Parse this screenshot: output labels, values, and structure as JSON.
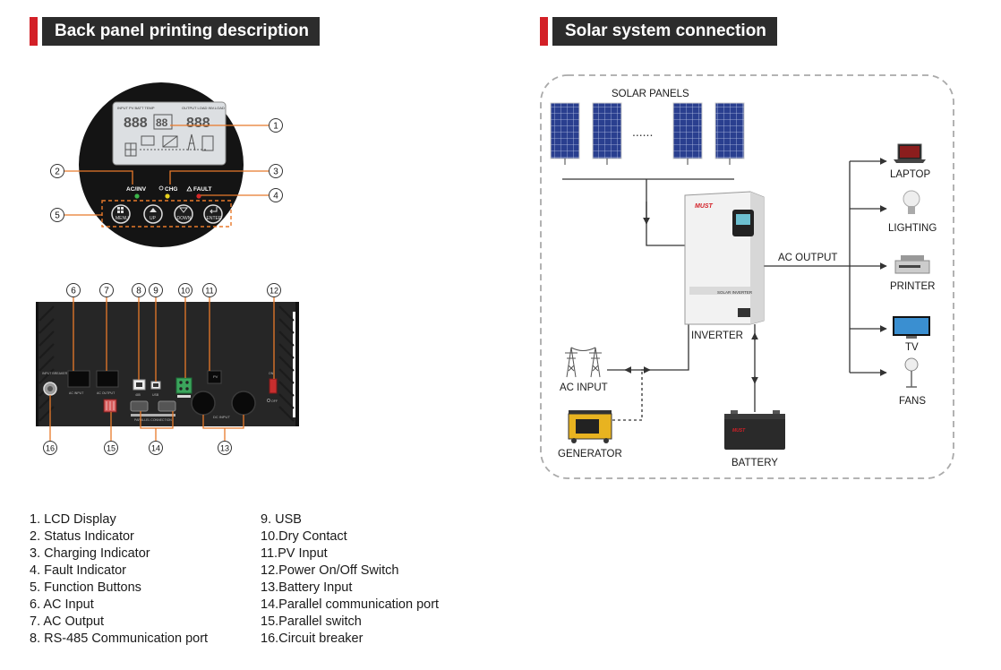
{
  "headers": {
    "left": "Back panel printing description",
    "right": "Solar system connection"
  },
  "callouts": [
    "1",
    "2",
    "3",
    "4",
    "5",
    "6",
    "7",
    "8",
    "9",
    "10",
    "11",
    "12",
    "13",
    "14",
    "15",
    "16"
  ],
  "front_panel": {
    "lcd_header_left": "INPUT PV BATT TEMP",
    "lcd_header_right": "OUTPUT LOAD INV.LOAD",
    "lcd_digits_left": "888",
    "lcd_digits_mid": "88",
    "lcd_digits_right": "888",
    "led_ac_inv": "AC/INV",
    "led_chg": "CHG",
    "led_fault": "FAULT",
    "btn_menu": "MENU",
    "btn_up": "UP",
    "btn_down": "DOWN",
    "btn_enter": "ENTER"
  },
  "back_panel": {
    "breaker_label": "INPUT BREAKER",
    "ac_input_label": "AC INPUT",
    "ac_output_label": "AC OUTPUT",
    "rs485_label": "485",
    "usb_label": "USB",
    "pv_label": "PV",
    "dc_input_label": "DC INPUT",
    "parallel_label": "PARALLEL CONNECTION",
    "on_label": "ON",
    "off_label": "OFF"
  },
  "legend_left": [
    "1.  LCD Display",
    "2.  Status Indicator",
    "3.  Charging Indicator",
    "4.  Fault Indicator",
    "5.  Function Buttons",
    "6.  AC Input",
    "7.  AC Output",
    "8.  RS-485 Communication port"
  ],
  "legend_right": [
    "9.  USB",
    "10.Dry Contact",
    "11.PV Input",
    "12.Power On/Off Switch",
    "13.Battery Input",
    "14.Parallel communication port",
    "15.Parallel switch",
    "16.Circuit breaker"
  ],
  "system": {
    "solar_panels": "SOLAR PANELS",
    "dots": "......",
    "brand": "MUST",
    "inverter_badge": "SOLAR INVERTER",
    "inverter": "INVERTER",
    "ac_output": "AC OUTPUT",
    "ac_input": "AC INPUT",
    "generator": "GENERATOR",
    "battery": "BATTERY",
    "laptop": "LAPTOP",
    "lighting": "LIGHTING",
    "printer": "PRINTER",
    "tv": "TV",
    "fans": "FANS"
  },
  "colors": {
    "accent_red": "#d32027",
    "header_bg": "#2c2c2c",
    "callout_orange": "#e8792a",
    "led_green": "#3bb54a",
    "led_yellow": "#e8d21d",
    "led_red": "#d62828"
  }
}
